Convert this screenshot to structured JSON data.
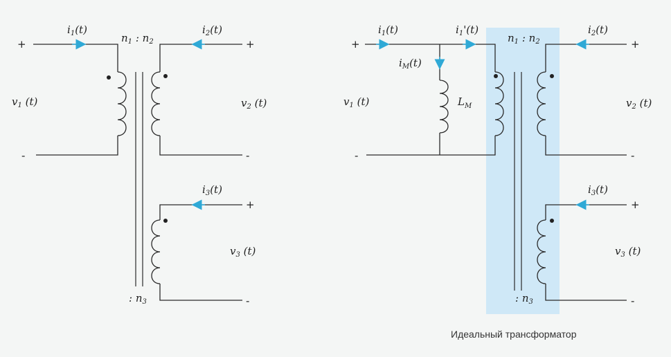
{
  "colors": {
    "highlight": "#cfe8f7",
    "arrow": "#2fa9d6",
    "wire": "#2a2a2a",
    "background": "#f4f6f5"
  },
  "left": {
    "i1": "i",
    "i1_sub": "1",
    "i1_arg": "(t)",
    "i2": "i",
    "i2_sub": "2",
    "i2_arg": "(t)",
    "i3": "i",
    "i3_sub": "3",
    "i3_arg": "(t)",
    "v1": "v",
    "v1_sub": "1",
    "v1_arg": " (t)",
    "v2": "v",
    "v2_sub": "2",
    "v2_arg": " (t)",
    "v3": "v",
    "v3_sub": "3",
    "v3_arg": " (t)",
    "ratio_n1": "n",
    "ratio_n1_sub": "1",
    "ratio_sep": " : ",
    "ratio_n2": "n",
    "ratio_n2_sub": "2",
    "ratio3_sep": ": ",
    "ratio_n3": "n",
    "ratio_n3_sub": "3",
    "plus": "+",
    "minus": "-"
  },
  "right": {
    "i1": "i",
    "i1_sub": "1",
    "i1_arg": "(t)",
    "i1p": "i",
    "i1p_sub": "1",
    "i1p_arg": "'(t)",
    "im": "i",
    "im_sub": "M",
    "im_arg": "(t)",
    "lm": "L",
    "lm_sub": "M",
    "i2": "i",
    "i2_sub": "2",
    "i2_arg": "(t)",
    "i3": "i",
    "i3_sub": "3",
    "i3_arg": "(t)",
    "v1": "v",
    "v1_sub": "1",
    "v1_arg": " (t)",
    "v2": "v",
    "v2_sub": "2",
    "v2_arg": " (t)",
    "v3": "v",
    "v3_sub": "3",
    "v3_arg": " (t)",
    "ratio_n1": "n",
    "ratio_n1_sub": "1",
    "ratio_sep": " : ",
    "ratio_n2": "n",
    "ratio_n2_sub": "2",
    "ratio3_sep": ": ",
    "ratio_n3": "n",
    "ratio_n3_sub": "3",
    "plus": "+",
    "minus": "-",
    "caption": "Идеальный трансформатор"
  }
}
